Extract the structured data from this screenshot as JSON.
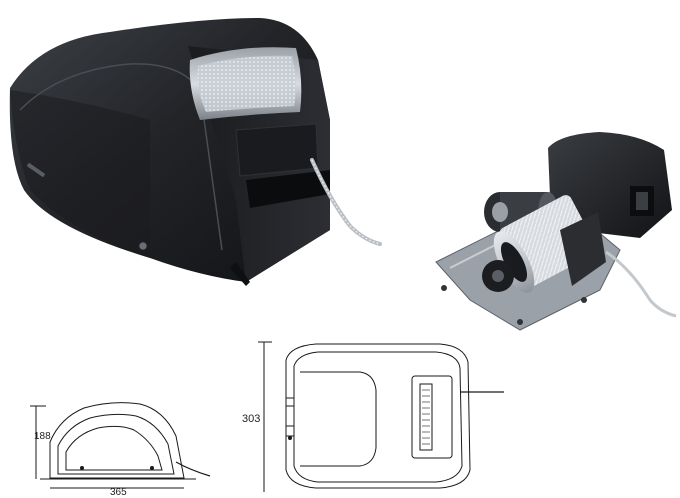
{
  "dimensions": {
    "side_height": "188",
    "side_length": "365",
    "top_width": "303"
  },
  "colors": {
    "housing": "#1d1f22",
    "housing_highlight": "#3a3d42",
    "drum_rope": "#cfd4da",
    "frame": "#8e949b",
    "drawing_line": "#1a1a1a",
    "background": "#ffffff"
  },
  "icons": {
    "winch_closed": "winch-with-cover-render",
    "winch_open": "winch-mechanism-render",
    "side_view": "side-elevation-drawing",
    "top_view": "top-plan-drawing"
  }
}
